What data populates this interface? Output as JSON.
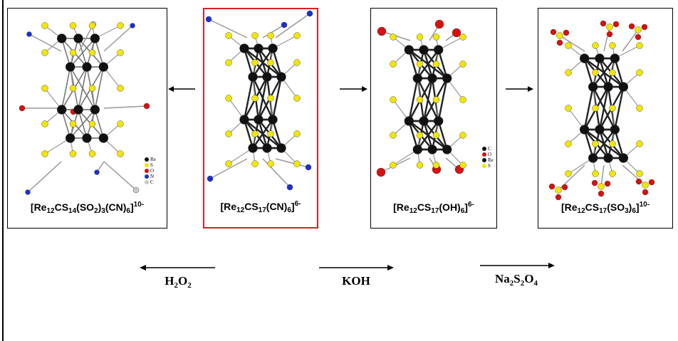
{
  "colors": {
    "re_atom": "#111111",
    "s_atom": "#f2e600",
    "o_atom": "#d81010",
    "n_atom": "#1a2fd0",
    "c_atom": "#c8c8c8",
    "bond": "#888888",
    "highlight_border": "#e02020"
  },
  "panels": [
    {
      "label_parts": [
        "[Re",
        "12",
        "CS",
        "14",
        "(SO",
        "2",
        ")",
        "3",
        "(CN)",
        "6",
        "]",
        "10-"
      ],
      "legend": [
        "Re",
        "S",
        "O",
        "N",
        "C"
      ]
    },
    {
      "label_parts": [
        "[Re",
        "12",
        "CS",
        "17",
        "(CN)",
        "6",
        "]",
        "6-"
      ]
    },
    {
      "label_parts": [
        "[Re",
        "12",
        "CS",
        "17",
        "(OH)",
        "6",
        "]",
        "6-"
      ],
      "legend": [
        "C",
        "O",
        "Re",
        "S"
      ]
    },
    {
      "label_parts": [
        "[Re",
        "12",
        "CS",
        "17",
        "(SO",
        "3",
        ")",
        "6",
        "]",
        "10-"
      ]
    }
  ],
  "reagents": [
    {
      "parts": [
        "H",
        "2",
        "O",
        "2"
      ]
    },
    {
      "parts": [
        "KOH"
      ]
    },
    {
      "parts": [
        "Na",
        "2",
        "S",
        "2",
        "O",
        "4"
      ]
    }
  ]
}
